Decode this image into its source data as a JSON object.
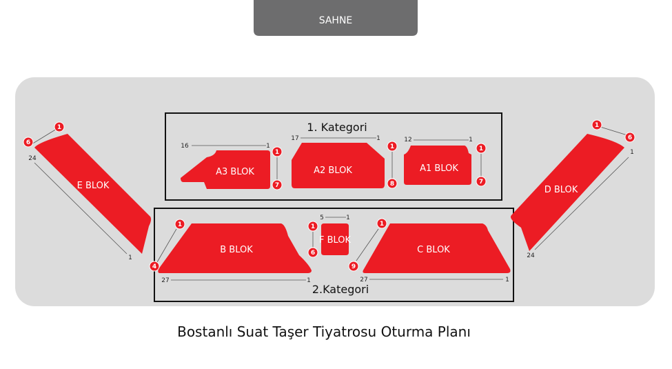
{
  "stage": {
    "label": "SAHNE"
  },
  "categories": {
    "first": "1. Kategori",
    "second": "2.Kategori"
  },
  "blocks": {
    "e": {
      "label": "E BLOK",
      "row_first": "1",
      "row_last": "6",
      "seat_first": "24",
      "seat_last": "1"
    },
    "a3": {
      "label": "A3 BLOK",
      "seat_first": "16",
      "seat_last": "1",
      "row_first": "1",
      "row_last": "7"
    },
    "a2": {
      "label": "A2 BLOK",
      "seat_first": "17",
      "seat_last": "1",
      "row_first": "1",
      "row_last": "8"
    },
    "a1": {
      "label": "A1 BLOK",
      "seat_first": "12",
      "seat_last": "1",
      "row_first": "1",
      "row_last": "7"
    },
    "d": {
      "label": "D BLOK",
      "row_first": "1",
      "row_last": "6",
      "seat_first": "1",
      "seat_last": "24"
    },
    "b": {
      "label": "B BLOK",
      "row_first": "1",
      "row_last": "4",
      "seat_first": "27",
      "seat_last": "1"
    },
    "f": {
      "label": "F BLOK",
      "seat_first": "5",
      "seat_last": "1",
      "row_first": "1",
      "row_last": "6"
    },
    "c": {
      "label": "C BLOK",
      "row_first": "1",
      "row_last": "9",
      "seat_first": "27",
      "seat_last": "1"
    }
  },
  "title": "Bostanlı Suat Taşer Tiyatrosu Oturma Planı",
  "colors": {
    "block": "#ec1c24",
    "floor": "#dcdcdc",
    "stage": "#6d6d6e",
    "frame": "#111111"
  }
}
